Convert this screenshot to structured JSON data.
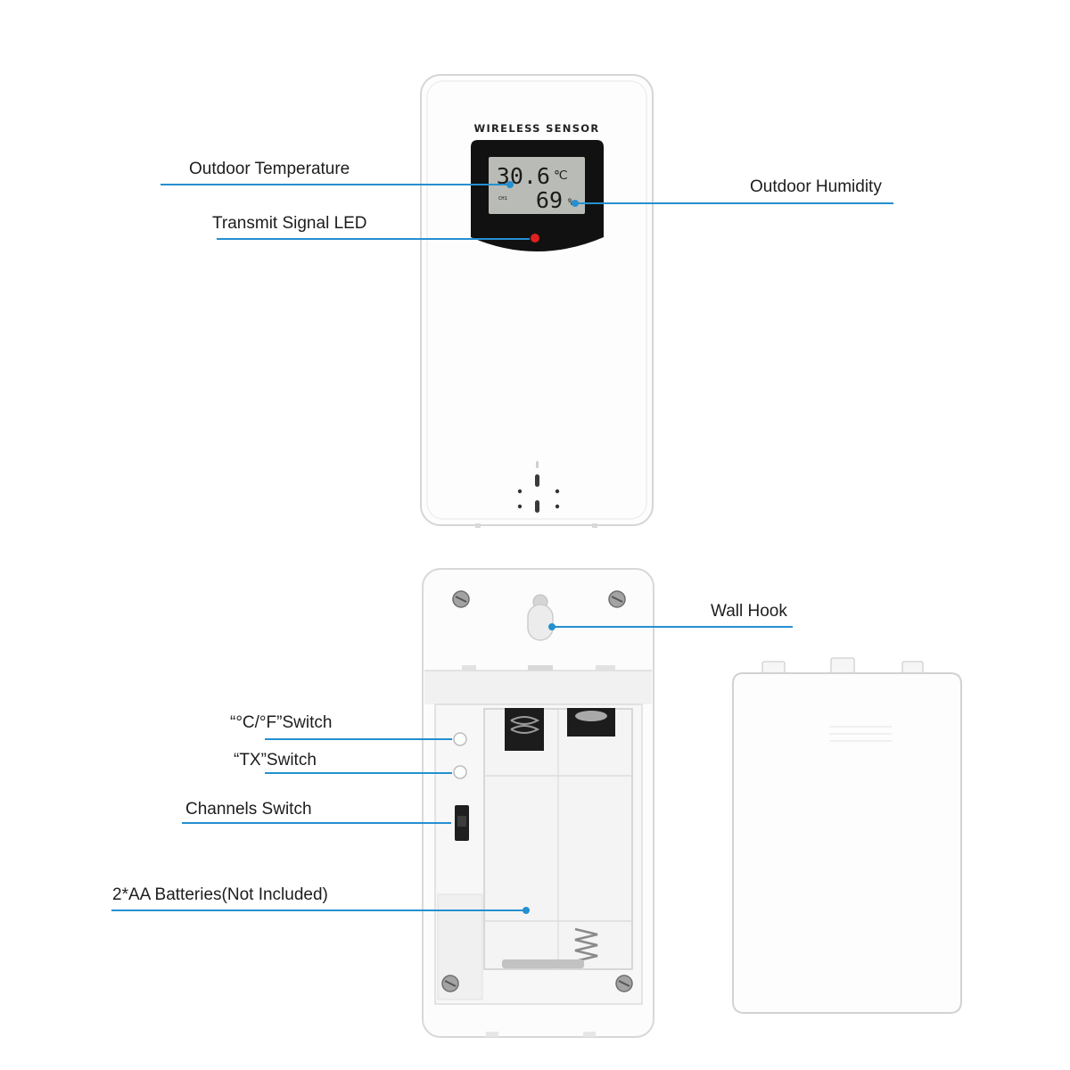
{
  "device_front": {
    "title": "WIRELESS SENSOR",
    "temperature": "30.6",
    "temp_unit": "℃",
    "channel": "CH1",
    "humidity": "69",
    "humidity_unit": "%"
  },
  "callouts": {
    "outdoor_temperature": "Outdoor Temperature",
    "transmit_led": "Transmit Signal LED",
    "outdoor_humidity": "Outdoor Humidity",
    "wall_hook": "Wall Hook",
    "unit_switch": "“°C/°F”Switch",
    "tx_switch": "“TX”Switch",
    "channels_switch": "Channels Switch",
    "batteries": "2*AA Batteries(Not Included)"
  },
  "colors": {
    "callout_line": "#2590d0",
    "led": "#e0201f",
    "lcd_housing": "#111111",
    "lcd_screen": "#b9bbb6"
  }
}
